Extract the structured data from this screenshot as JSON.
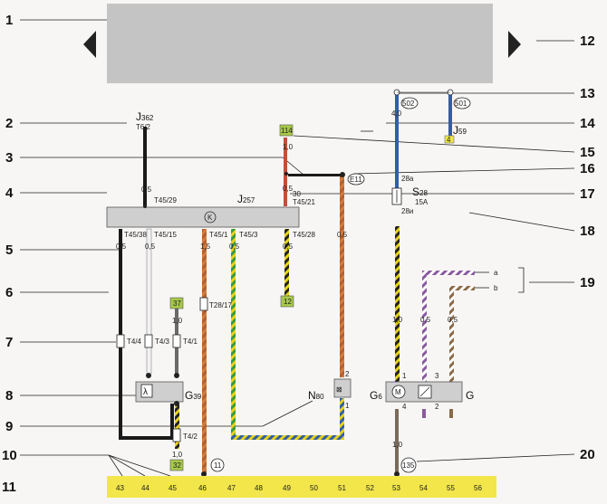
{
  "callouts": [
    "1",
    "2",
    "3",
    "4",
    "5",
    "6",
    "7",
    "8",
    "9",
    "10",
    "11",
    "12",
    "13",
    "14",
    "15",
    "16",
    "17",
    "18",
    "19",
    "20"
  ],
  "components": {
    "j362": {
      "name": "J",
      "sub": "362",
      "pin": "T6/2"
    },
    "j257": {
      "name": "J",
      "sub": "257"
    },
    "j59": {
      "name": "J",
      "sub": "59",
      "pin": "4"
    },
    "s28": {
      "name": "S",
      "sub": "28",
      "rating": "15A",
      "in": "28a",
      "out": "28и"
    },
    "g39": {
      "name": "G",
      "sub": "39"
    },
    "n80": {
      "name": "N",
      "sub": "80"
    },
    "g6": {
      "name": "G",
      "sub": "6"
    },
    "g": {
      "name": "G"
    }
  },
  "connectors": {
    "t45_29": "T45/29",
    "t45_21": "T45/21",
    "t45_38": "T45/38",
    "t45_15": "T45/15",
    "t45_1": "T45/1",
    "t45_3": "T45/3",
    "t45_28": "T45/28",
    "t28_17": "T28/17",
    "t4_4": "T4/4",
    "t4_3": "T4/3",
    "t4_1": "T4/1",
    "t4_2": "T4/2",
    "pin30": "30"
  },
  "wire_sizes": {
    "w05": "0,5",
    "w10": "1,0",
    "w15": "1,5",
    "w40": "4,0"
  },
  "refs": {
    "r114": "114",
    "r37": "37",
    "r12": "12",
    "r32": "32",
    "r11": "11",
    "r135": "135",
    "r502": "502",
    "r501": "501",
    "e11": "E11"
  },
  "pins": {
    "p1": "1",
    "p2": "2",
    "p3": "3",
    "p4": "4"
  },
  "branch_a": "a",
  "branch_b": "b",
  "bus_numbers": [
    "43",
    "44",
    "45",
    "46",
    "47",
    "48",
    "49",
    "50",
    "51",
    "52",
    "53",
    "54",
    "55",
    "56"
  ],
  "colors": {
    "bus": "#f2e64b",
    "box": "#cfcfcf",
    "panel": "#c4c4c4",
    "blue": "#2f5fa8",
    "red": "#c0503a",
    "yellowGreen": "#8fbf3a",
    "flag": "#a8c84a"
  }
}
